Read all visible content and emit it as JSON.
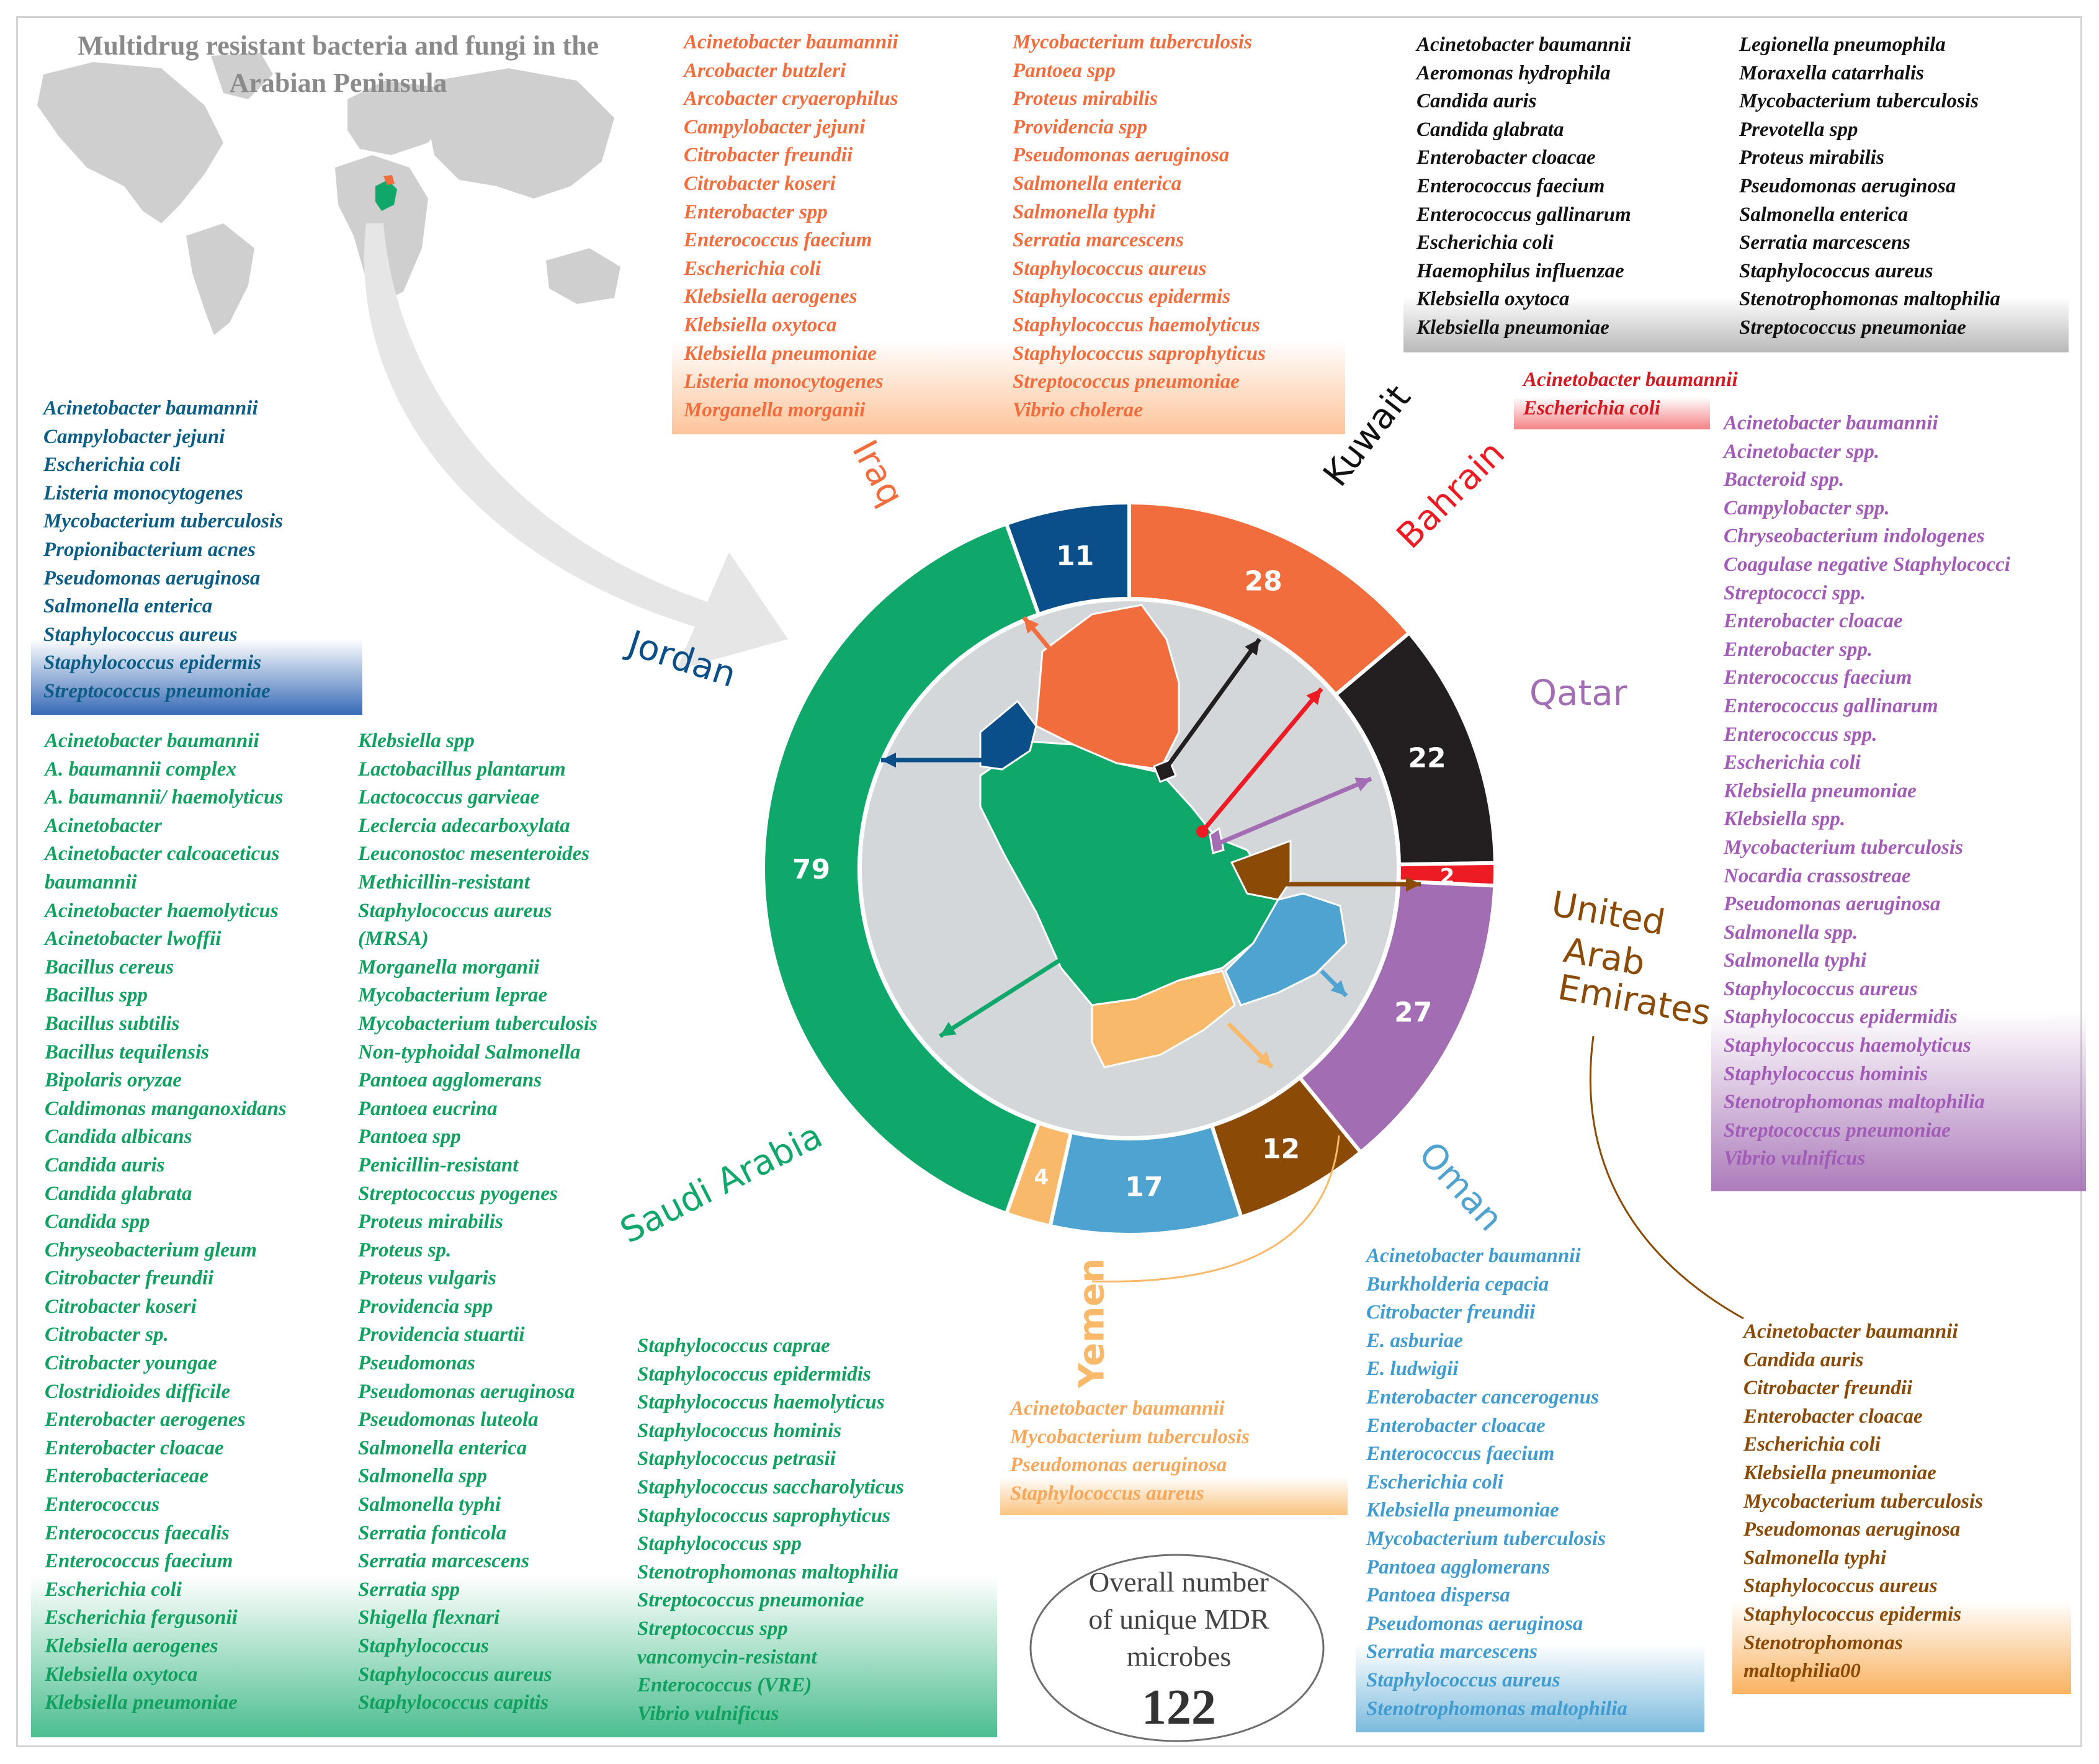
{
  "title_line1": "Multidrug resistant bacteria and fungi in the",
  "title_line2": "Arabian Peninsula",
  "overall": {
    "line1": "Overall number",
    "line2": "of unique MDR",
    "line3": "microbes",
    "value": "122"
  },
  "colors": {
    "Iraq": "#f26d3d",
    "Kuwait": "#231f20",
    "Bahrain": "#ed1c24",
    "Qatar": "#a36db3",
    "United Arab Emirates": "#8b4a05",
    "Oman": "#4fa3d1",
    "Yemen": "#f9b96a",
    "Saudi Arabia": "#10a86a",
    "Jordan": "#0b4f8a",
    "list_Iraq": "#f26d3d",
    "list_Kuwait": "#111111",
    "list_Bahrain": "#d21a20",
    "list_Qatar": "#a25cb8",
    "list_UAE": "#8a4a06",
    "list_Oman": "#3f9bd0",
    "list_Yemen": "#f6a75a",
    "list_Saudi": "#10a05f",
    "list_Jordan": "#0b5d86"
  },
  "chart_data": {
    "type": "pie",
    "slices": [
      {
        "label": "Iraq",
        "value": 28
      },
      {
        "label": "Kuwait",
        "value": 22
      },
      {
        "label": "Bahrain",
        "value": 2
      },
      {
        "label": "Qatar",
        "value": 27
      },
      {
        "label": "United Arab Emirates",
        "value": 12
      },
      {
        "label": "Oman",
        "value": 17
      },
      {
        "label": "Yemen",
        "value": 4
      },
      {
        "label": "Saudi Arabia",
        "value": 79
      },
      {
        "label": "Jordan",
        "value": 11
      }
    ]
  },
  "country_labels": {
    "Iraq": "Iraq",
    "Kuwait": "Kuwait",
    "Bahrain": "Bahrain",
    "Qatar": "Qatar",
    "UAE": [
      "United",
      "Arab",
      "Emirates"
    ],
    "Oman": "Oman",
    "Yemen": "Yemen",
    "Saudi": "Saudi Arabia",
    "Jordan": "Jordan"
  },
  "lists": {
    "iraq_col1": [
      "Acinetobacter baumannii",
      "Arcobacter butzleri",
      "Arcobacter cryaerophilus",
      "Campylobacter jejuni",
      "Citrobacter freundii",
      "Citrobacter koseri",
      "Enterobacter spp",
      "Enterococcus faecium",
      "Escherichia coli",
      "Klebsiella aerogenes",
      "Klebsiella oxytoca",
      "Klebsiella pneumoniae",
      "Listeria monocytogenes",
      "Morganella morganii"
    ],
    "iraq_col2": [
      "Mycobacterium tuberculosis",
      "Pantoea spp",
      "Proteus mirabilis",
      "Providencia spp",
      "Pseudomonas aeruginosa",
      "Salmonella enterica",
      "Salmonella typhi",
      "Serratia marcescens",
      "Staphylococcus aureus",
      "Staphylococcus epidermis",
      "Staphylococcus haemolyticus",
      "Staphylococcus saprophyticus",
      "Streptococcus pneumoniae",
      "Vibrio cholerae"
    ],
    "kuwait_col1": [
      "Acinetobacter baumannii",
      "Aeromonas hydrophila",
      "Candida auris",
      "Candida glabrata",
      "Enterobacter cloacae",
      "Enterococcus faecium",
      "Enterococcus gallinarum",
      "Escherichia coli",
      "Haemophilus influenzae",
      "Klebsiella oxytoca",
      "Klebsiella pneumoniae"
    ],
    "kuwait_col2": [
      "Legionella pneumophila",
      "Moraxella catarrhalis",
      "Mycobacterium tuberculosis",
      "Prevotella spp",
      "Proteus mirabilis",
      "Pseudomonas aeruginosa",
      "Salmonella enterica",
      "Serratia marcescens",
      "Staphylococcus aureus",
      "Stenotrophomonas maltophilia",
      "Streptococcus pneumoniae"
    ],
    "bahrain": [
      "Acinetobacter baumannii",
      "Escherichia coli"
    ],
    "qatar": [
      "Acinetobacter baumannii",
      "Acinetobacter spp.",
      "Bacteroid spp.",
      "Campylobacter spp.",
      "Chryseobacterium indologenes",
      "Coagulase negative Staphylococci",
      "Streptococci spp.",
      "Enterobacter cloacae",
      "Enterobacter spp.",
      "Enterococcus faecium",
      "Enterococcus gallinarum",
      "Enterococcus spp.",
      "Escherichia coli",
      "Klebsiella pneumoniae",
      "Klebsiella spp.",
      "Mycobacterium tuberculosis",
      "Nocardia  crassostreae",
      "Pseudomonas aeruginosa",
      "Salmonella spp.",
      "Salmonella typhi",
      "Staphylococcus aureus",
      "Staphylococcus epidermidis",
      "Staphylococcus haemolyticus",
      "Staphylococcus hominis",
      "Stenotrophomonas maltophilia",
      "Streptococcus pneumoniae",
      "Vibrio vulnificus"
    ],
    "jordan": [
      "Acinetobacter baumannii",
      "Campylobacter jejuni",
      "Escherichia coli",
      "Listeria monocytogenes",
      "Mycobacterium tuberculosis",
      "Propionibacterium acnes",
      "Pseudomonas aeruginosa",
      "Salmonella enterica",
      "Staphylococcus aureus",
      "Staphylococcus epidermis",
      "Streptococcus pneumoniae"
    ],
    "saudi_col1": [
      "Acinetobacter baumannii",
      "A. baumannii complex",
      "A. baumannii/ haemolyticus",
      "Acinetobacter",
      "Acinetobacter calcoaceticus",
      "baumannii",
      "Acinetobacter haemolyticus",
      "Acinetobacter lwoffii",
      "Bacillus cereus",
      "Bacillus spp",
      "Bacillus subtilis",
      "Bacillus tequilensis",
      "Bipolaris oryzae",
      "Caldimonas manganoxidans",
      "Candida albicans",
      "Candida auris",
      "Candida glabrata",
      "Candida spp",
      "Chryseobacterium gleum",
      "Citrobacter freundii",
      "Citrobacter koseri",
      "Citrobacter sp.",
      "Citrobacter youngae",
      "Clostridioides difficile",
      "Enterobacter aerogenes",
      "Enterobacter cloacae",
      "Enterobacteriaceae",
      "Enterococcus",
      "Enterococcus faecalis",
      "Enterococcus faecium",
      "Escherichia coli",
      "Escherichia fergusonii",
      "Klebsiella aerogenes",
      "Klebsiella oxytoca",
      "Klebsiella pneumoniae"
    ],
    "saudi_col2": [
      "Klebsiella spp",
      "Lactobacillus plantarum",
      "Lactococcus garvieae",
      "Leclercia adecarboxylata",
      "Leuconostoc mesenteroides",
      "Methicillin-resistant",
      "Staphylococcus aureus",
      "(MRSA)",
      "Morganella morganii",
      "Mycobacterium leprae",
      "Mycobacterium tuberculosis",
      "Non-typhoidal Salmonella",
      "Pantoea agglomerans",
      "Pantoea eucrina",
      "Pantoea spp",
      "Penicillin-resistant",
      "Streptococcus pyogenes",
      "Proteus mirabilis",
      "Proteus sp.",
      "Proteus vulgaris",
      "Providencia spp",
      "Providencia stuartii",
      "Pseudomonas",
      "Pseudomonas aeruginosa",
      "Pseudomonas luteola",
      "Salmonella enterica",
      "Salmonella spp",
      "Salmonella typhi",
      "Serratia fonticola",
      "Serratia marcescens",
      "Serratia spp",
      "Shigella flexnari",
      "Staphylococcus",
      "Staphylococcus aureus",
      "Staphylococcus capitis"
    ],
    "saudi_col3": [
      "Staphylococcus caprae",
      "Staphylococcus epidermidis",
      "Staphylococcus haemolyticus",
      "Staphylococcus hominis",
      "Staphylococcus petrasii",
      "Staphylococcus saccharolyticus",
      "Staphylococcus saprophyticus",
      "Staphylococcus spp",
      "Stenotrophomonas maltophilia",
      "Streptococcus pneumoniae",
      "Streptococcus spp",
      "vancomycin-resistant",
      "Enterococcus (VRE)",
      "Vibrio vulnificus"
    ],
    "yemen": [
      "Acinetobacter baumannii",
      "Mycobacterium tuberculosis",
      "Pseudomonas aeruginosa",
      "Staphylococcus aureus"
    ],
    "oman": [
      "Acinetobacter baumannii",
      "Burkholderia cepacia",
      "Citrobacter freundii",
      "E. asburiae",
      "E. ludwigii",
      "Enterobacter cancerogenus",
      "Enterobacter cloacae",
      "Enterococcus faecium",
      "Escherichia coli",
      "Klebsiella pneumoniae",
      "Mycobacterium tuberculosis",
      "Pantoea agglomerans",
      "Pantoea dispersa",
      "Pseudomonas aeruginosa",
      "Serratia marcescens",
      "Staphylococcus aureus",
      "Stenotrophomonas maltophilia"
    ],
    "uae": [
      "Acinetobacter baumannii",
      "Candida auris",
      "Citrobacter freundii",
      "Enterobacter cloacae",
      "Escherichia coli",
      "Klebsiella pneumoniae",
      "Mycobacterium tuberculosis",
      "Pseudomonas aeruginosa",
      "Salmonella typhi",
      "Staphylococcus aureus",
      "Staphylococcus epidermis",
      "Stenotrophomonas",
      "maltophilia00"
    ]
  }
}
